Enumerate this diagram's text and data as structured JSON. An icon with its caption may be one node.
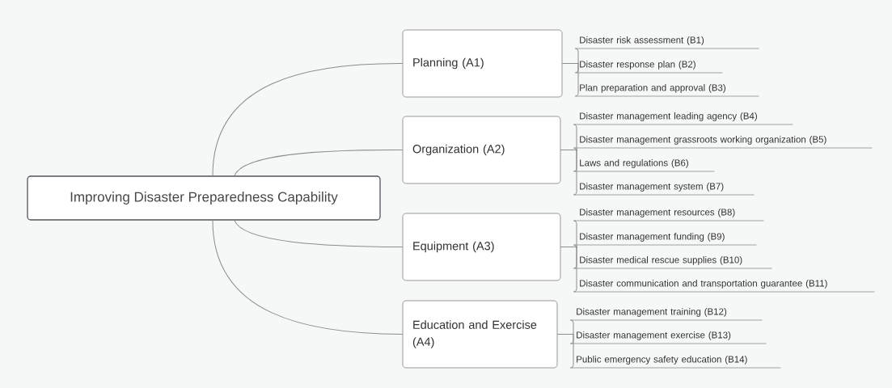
{
  "diagram": {
    "nodes": [
      {
        "text": [
          "Improving Disaster Preparedness Capability"
        ]
      },
      {
        "text": [
          "Planning (A1)"
        ]
      },
      {
        "text": [
          "Organization (A2)"
        ]
      },
      {
        "text": [
          "Equipment (A3)"
        ]
      },
      {
        "text": [
          "Education and Exercise (A4)"
        ]
      },
      {
        "text": [
          "Disaster risk assessment (B1)"
        ]
      },
      {
        "text": [
          "Disaster response plan (B2)"
        ]
      },
      {
        "text": [
          "Plan preparation and approval (B3)"
        ]
      },
      {
        "text": [
          "Disaster management leading agency (B4)"
        ]
      },
      {
        "text": [
          "Disaster management grassroots working organization (B5)"
        ]
      },
      {
        "text": [
          "Laws and regulations (B6)"
        ]
      },
      {
        "text": [
          "Disaster management system (B7)"
        ]
      },
      {
        "text": [
          "Disaster management resources (B8)"
        ]
      },
      {
        "text": [
          "Disaster management funding (B9)"
        ]
      },
      {
        "text": [
          "Disaster medical rescue supplies (B10)"
        ]
      },
      {
        "text": [
          "Disaster communication and transportation guarantee (B11)"
        ]
      },
      {
        "text": [
          "Disaster management training (B12)"
        ]
      },
      {
        "text": [
          "Disaster management exercise (B13)"
        ]
      },
      {
        "text": [
          "Public emergency safety education (B14)"
        ]
      }
    ],
    "edges": [
      {
        "from": 0,
        "to": 1,
        "arrow": "none"
      },
      {
        "from": 0,
        "to": 2,
        "arrow": "none"
      },
      {
        "from": 0,
        "to": 3,
        "arrow": "none"
      },
      {
        "from": 0,
        "to": 4,
        "arrow": "none"
      },
      {
        "from": 1,
        "to": 5,
        "arrow": "none"
      },
      {
        "from": 1,
        "to": 6,
        "arrow": "none"
      },
      {
        "from": 1,
        "to": 7,
        "arrow": "none"
      },
      {
        "from": 2,
        "to": 8,
        "arrow": "none"
      },
      {
        "from": 2,
        "to": 9,
        "arrow": "none"
      },
      {
        "from": 2,
        "to": 10,
        "arrow": "none"
      },
      {
        "from": 2,
        "to": 11,
        "arrow": "none"
      },
      {
        "from": 3,
        "to": 12,
        "arrow": "none"
      },
      {
        "from": 3,
        "to": 13,
        "arrow": "none"
      },
      {
        "from": 3,
        "to": 14,
        "arrow": "none"
      },
      {
        "from": 3,
        "to": 15,
        "arrow": "none"
      },
      {
        "from": 4,
        "to": 16,
        "arrow": "none"
      },
      {
        "from": 4,
        "to": 17,
        "arrow": "none"
      },
      {
        "from": 4,
        "to": 18,
        "arrow": "none"
      }
    ]
  }
}
